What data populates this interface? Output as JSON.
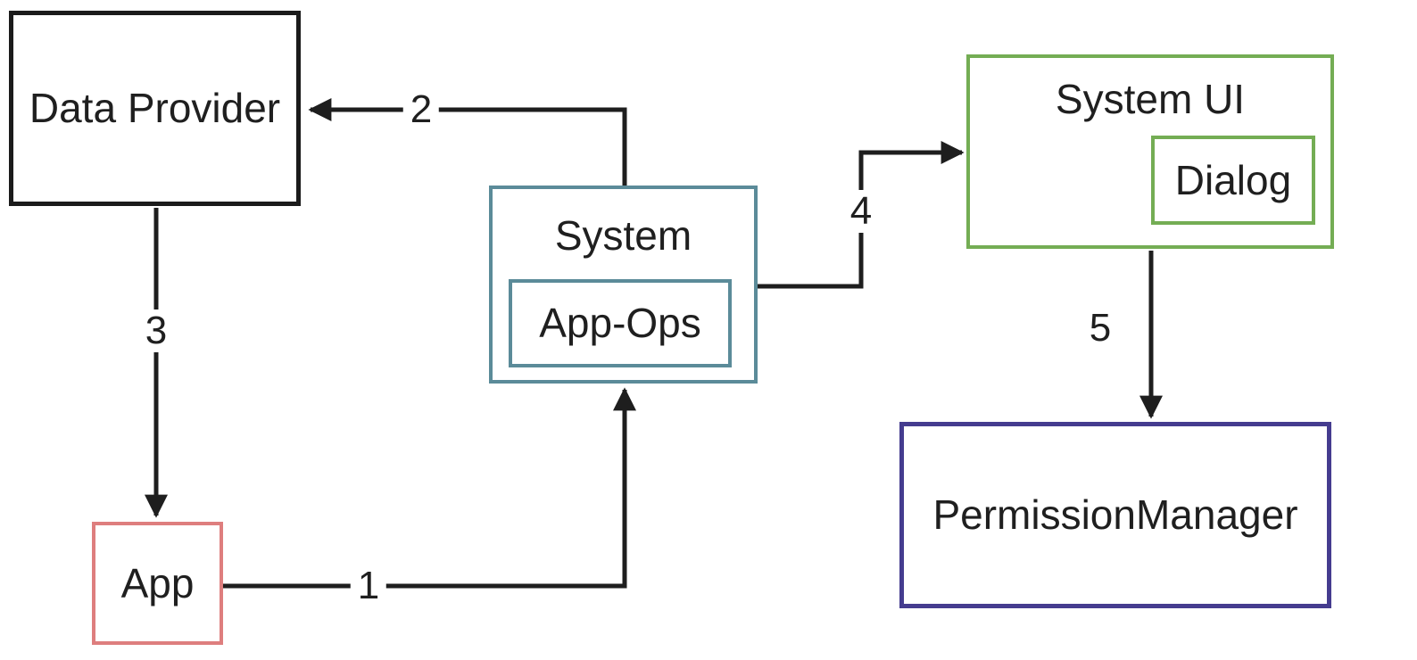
{
  "diagram": {
    "nodes": {
      "data_provider": {
        "label": "Data Provider",
        "border_color": "#1b1b1b"
      },
      "app": {
        "label": "App",
        "border_color": "#de7e7e"
      },
      "system": {
        "label": "System",
        "border_color": "#5b8b99"
      },
      "app_ops": {
        "label": "App-Ops",
        "border_color": "#5b8b99"
      },
      "system_ui": {
        "label": "System UI",
        "border_color": "#74ad54"
      },
      "dialog": {
        "label": "Dialog",
        "border_color": "#74ad54"
      },
      "permission_manager": {
        "label": "PermissionManager",
        "border_color": "#453c8f"
      }
    },
    "edges": {
      "e1": {
        "label": "1",
        "from": "app",
        "to": "system"
      },
      "e2": {
        "label": "2",
        "from": "system",
        "to": "data_provider"
      },
      "e3": {
        "label": "3",
        "from": "data_provider",
        "to": "app"
      },
      "e4": {
        "label": "4",
        "from": "system",
        "to": "system_ui"
      },
      "e5": {
        "label": "5",
        "from": "system_ui",
        "to": "permission_manager"
      }
    },
    "colors": {
      "line": "#1e1e1e",
      "background": "#ffffff",
      "text": "#1f1f1f"
    }
  }
}
